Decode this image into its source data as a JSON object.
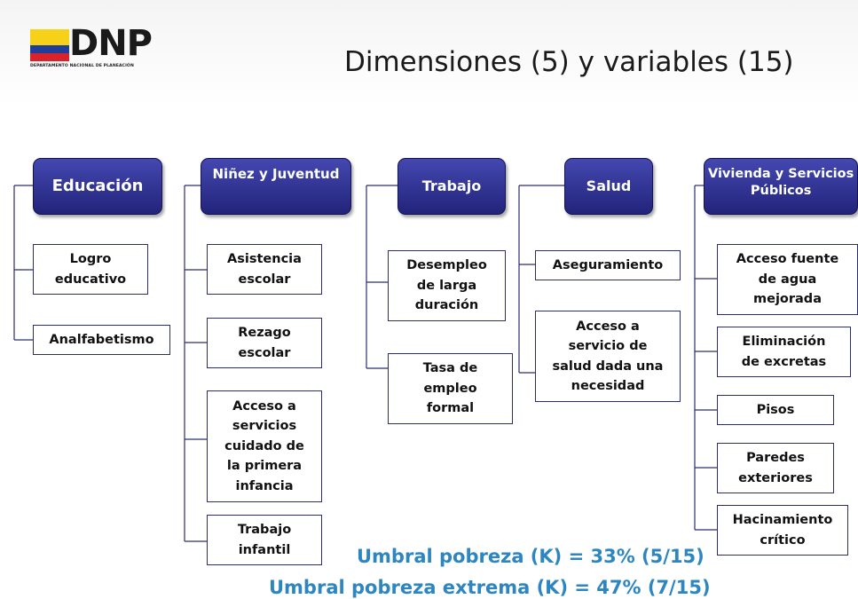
{
  "header": {
    "logo_text": "DNP",
    "logo_subtitle": "DEPARTAMENTO NACIONAL DE PLANEACIÓN",
    "title": "Dimensiones (5) y variables (15)"
  },
  "dimensions": [
    {
      "label": "Educación",
      "variables": [
        "Logro\neducativo",
        "Analfabetismo"
      ]
    },
    {
      "label": "Niñez y Juventud",
      "variables": [
        "Asistencia\nescolar",
        "Rezago\nescolar",
        "Acceso a\nservicios\ncuidado de\nla primera\ninfancia",
        "Trabajo\ninfantil"
      ]
    },
    {
      "label": "Trabajo",
      "variables": [
        "Desempleo\nde larga\nduración",
        "Tasa de\nempleo\nformal"
      ]
    },
    {
      "label": "Salud",
      "variables": [
        "Aseguramiento",
        "Acceso a\nservicio de\nsalud dada una\nnecesidad"
      ]
    },
    {
      "label": "Vivienda y Servicios\nPúblicos",
      "variables": [
        "Acceso fuente\nde agua\nmejorada",
        "Eliminación\nde excretas",
        "Pisos",
        "Paredes\nexteriores",
        "Hacinamiento\ncrítico"
      ]
    }
  ],
  "footer": {
    "threshold_poverty": "Umbral pobreza (K) = 33% (5/15)",
    "threshold_extreme": "Umbral pobreza extrema (K) = 47% (7/15)"
  },
  "colors": {
    "dimension_box": "#2c2e8c",
    "threshold_text": "#2e86c1"
  }
}
